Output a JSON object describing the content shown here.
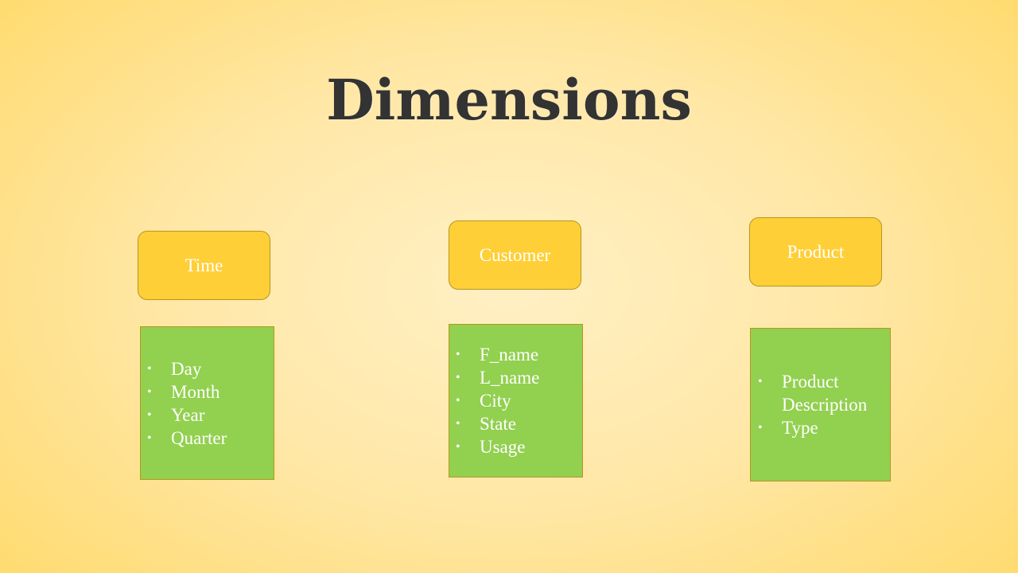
{
  "title": "Dimensions",
  "dimensions": [
    {
      "name": "Time",
      "attributes": [
        "Day",
        "Month",
        "Year",
        "Quarter"
      ]
    },
    {
      "name": "Customer",
      "attributes": [
        "F_name",
        "L_name",
        "City",
        "State",
        "Usage"
      ]
    },
    {
      "name": "Product",
      "attributes": [
        "Product Description",
        "Type"
      ]
    }
  ],
  "colors": {
    "header_fill": "#ffcf37",
    "attribute_fill": "#92d050",
    "title_text": "#333333"
  }
}
